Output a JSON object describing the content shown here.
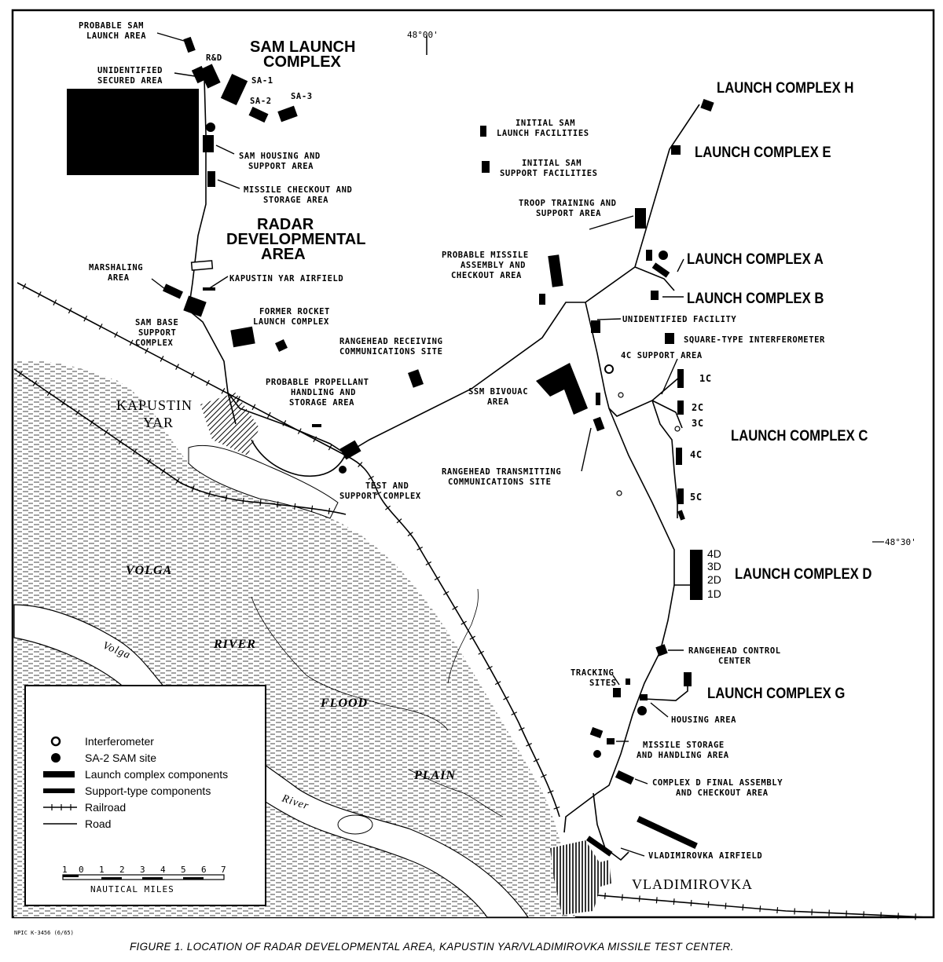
{
  "coords": {
    "lon": "48°00'",
    "lat": "48°30'"
  },
  "towns": {
    "kapustin_1": "KAPUSTIN",
    "kapustin_2": "YAR",
    "vladimirovka": "VLADIMIROVKA"
  },
  "water": {
    "volga": "VOLGA",
    "river": "RIVER",
    "flood": "FLOOD",
    "plain": "PLAIN",
    "volga_channel": "Volga",
    "river_channel": "River"
  },
  "labels": {
    "probable_sam_1": "PROBABLE SAM",
    "probable_sam_2": "LAUNCH AREA",
    "sam_complex_1": "SAM LAUNCH",
    "sam_complex_2": "COMPLEX",
    "rd": "R&D",
    "sa1": "SA-1",
    "sa2": "SA-2",
    "sa3": "SA-3",
    "unid_secured_1": "UNIDENTIFIED",
    "unid_secured_2": "SECURED AREA",
    "sam_housing_1": "SAM HOUSING AND",
    "sam_housing_2": "SUPPORT AREA",
    "missile_checkout_1": "MISSILE CHECKOUT AND",
    "missile_checkout_2": "STORAGE AREA",
    "radar_dev_1": "RADAR",
    "radar_dev_2": "DEVELOPMENTAL",
    "radar_dev_3": "AREA",
    "marshaling_1": "MARSHALING",
    "marshaling_2": "AREA",
    "airfield_ky": "KAPUSTIN YAR AIRFIELD",
    "sam_base_1": "SAM BASE",
    "sam_base_2": "SUPPORT",
    "sam_base_3": "COMPLEX",
    "former_rocket_1": "FORMER ROCKET",
    "former_rocket_2": "LAUNCH COMPLEX",
    "propellant_1": "PROBABLE PROPELLANT",
    "propellant_2": "HANDLING AND",
    "propellant_3": "STORAGE AREA",
    "test_support_1": "TEST AND",
    "test_support_2": "SUPPORT COMPLEX",
    "rh_receiving_1": "RANGEHEAD RECEIVING",
    "rh_receiving_2": "COMMUNICATIONS SITE",
    "initial_sam_launch_1": "INITIAL SAM",
    "initial_sam_launch_2": "LAUNCH FACILITIES",
    "initial_sam_support_1": "INITIAL SAM",
    "initial_sam_support_2": "SUPPORT FACILITIES",
    "troop_1": "TROOP TRAINING AND",
    "troop_2": "SUPPORT AREA",
    "missile_assembly_1": "PROBABLE MISSILE",
    "missile_assembly_2": "ASSEMBLY AND",
    "missile_assembly_3": "CHECKOUT AREA",
    "unid_facility": "UNIDENTIFIED FACILITY",
    "square_interferometer": "SQUARE-TYPE INTERFEROMETER",
    "c4_support": "4C SUPPORT AREA",
    "ssm_bivouac_1": "SSM BIVOUAC",
    "ssm_bivouac_2": "AREA",
    "rh_transmitting_1": "RANGEHEAD TRANSMITTING",
    "rh_transmitting_2": "COMMUNICATIONS SITE",
    "rh_control_1": "RANGEHEAD CONTROL",
    "rh_control_2": "CENTER",
    "tracking_1": "TRACKING",
    "tracking_2": "SITES",
    "housing": "HOUSING AREA",
    "missile_storage_1": "MISSILE STORAGE",
    "missile_storage_2": "AND HANDLING AREA",
    "complex_d_final_1": "COMPLEX D FINAL ASSEMBLY",
    "complex_d_final_2": "AND CHECKOUT AREA",
    "vlad_airfield": "VLADIMIROVKA AIRFIELD"
  },
  "launch_complexes": {
    "h": "LAUNCH COMPLEX H",
    "e": "LAUNCH COMPLEX E",
    "a": "LAUNCH COMPLEX A",
    "b": "LAUNCH COMPLEX B",
    "c": "LAUNCH COMPLEX C",
    "d": "LAUNCH COMPLEX D",
    "g": "LAUNCH COMPLEX G"
  },
  "c_sites": [
    "1C",
    "2C",
    "3C",
    "4C",
    "5C"
  ],
  "d_sites": [
    "4D",
    "3D",
    "2D",
    "1D"
  ],
  "legend": {
    "interferometer": "Interferometer",
    "sam_site": "SA-2 SAM site",
    "launch_components": "Launch complex components",
    "support_components": "Support-type components",
    "railroad": "Railroad",
    "road": "Road"
  },
  "scale": {
    "ticks": [
      "1",
      "0",
      "1",
      "2",
      "3",
      "4",
      "5",
      "6",
      "7"
    ],
    "unit": "NAUTICAL MILES"
  },
  "caption": "FIGURE 1.  LOCATION OF RADAR DEVELOPMENTAL AREA, KAPUSTIN YAR/VLADIMIROVKA MISSILE TEST CENTER.",
  "source_id": "NPIC K-3456 (6/65)"
}
